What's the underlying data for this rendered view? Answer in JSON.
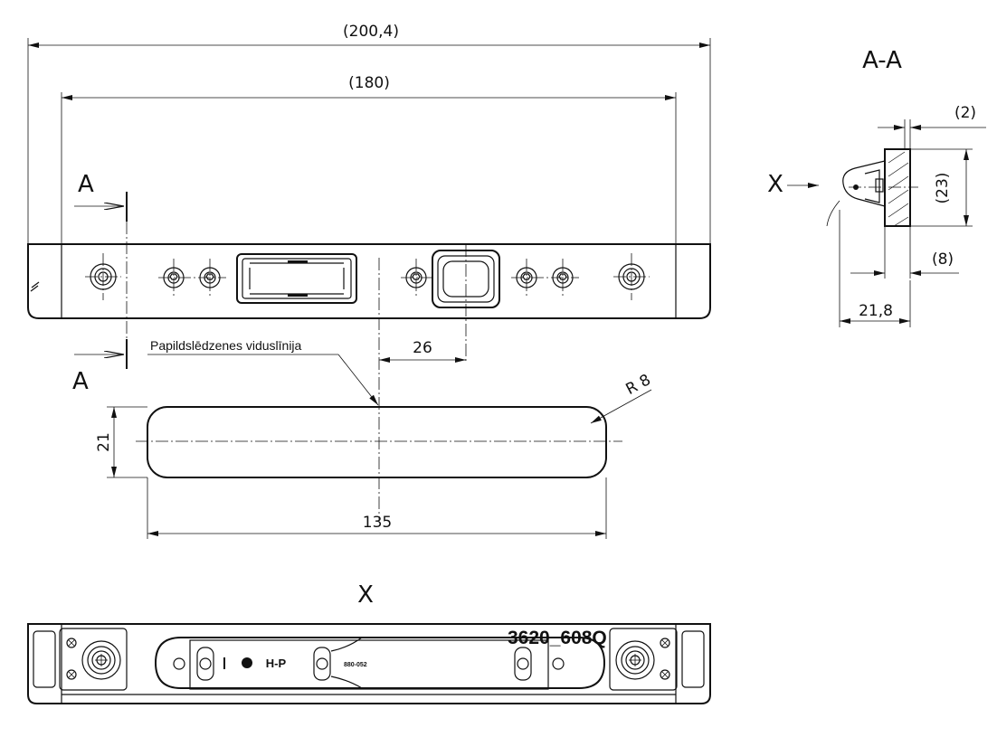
{
  "dimensions": {
    "overall_length": "(200,4)",
    "inner_length": "(180)",
    "offset": "26",
    "slot_width": "21",
    "slot_length": "135",
    "slot_radius": "R 8",
    "section_thickness": "(2)",
    "section_height": "(23)",
    "section_depth": "(8)",
    "section_width": "21,8"
  },
  "labels": {
    "section_mark_top": "A",
    "section_mark_bottom": "A",
    "section_title": "A-A",
    "view_arrow_label": "X",
    "view_title": "X",
    "centerline_note": "Papildslēdzenes viduslīnija"
  },
  "part_markings": {
    "part_number": "3620_608Q",
    "logo": "H-P",
    "code": "880-052",
    "roman_one": "I"
  }
}
